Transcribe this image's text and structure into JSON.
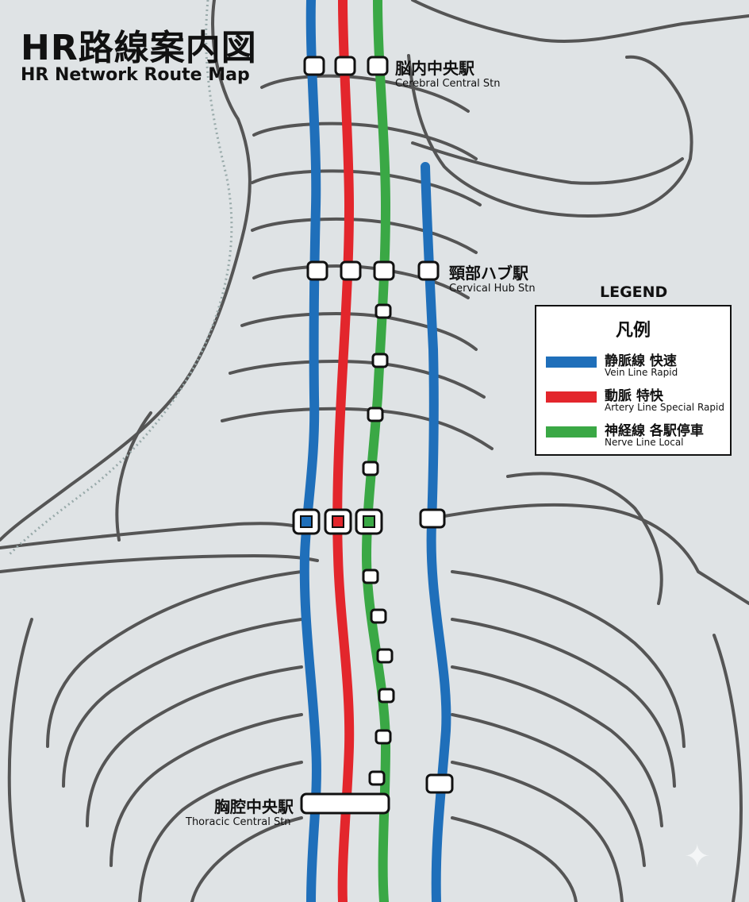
{
  "header": {
    "title_jp": "HR路線案内図",
    "title_en": "HR Network Route Map"
  },
  "stations": {
    "cerebral": {
      "jp": "脳内中央駅",
      "en": "Cerebral Central Stn"
    },
    "cervical": {
      "jp": "頸部ハブ駅",
      "en": "Cervical Hub Stn"
    },
    "thoracic": {
      "jp": "胸腔中央駅",
      "en": "Thoracic Central Stn"
    }
  },
  "legend": {
    "heading": "LEGEND",
    "title": "凡例",
    "items": [
      {
        "jp": "静脈線 快速",
        "en": "Vein Line Rapid",
        "color": "#1f6fba"
      },
      {
        "jp": "動脈 特快",
        "en": "Artery Line Special Rapid",
        "color": "#e3262c"
      },
      {
        "jp": "神経線 各駅停車",
        "en": "Nerve Line Local",
        "color": "#3aa845"
      }
    ]
  },
  "colors": {
    "background": "#dfe3e5",
    "bone_outline": "#555555",
    "vein": "#1f6fba",
    "artery": "#e3262c",
    "nerve": "#3aa845"
  },
  "icons": {
    "watermark": "sparkle-icon"
  }
}
